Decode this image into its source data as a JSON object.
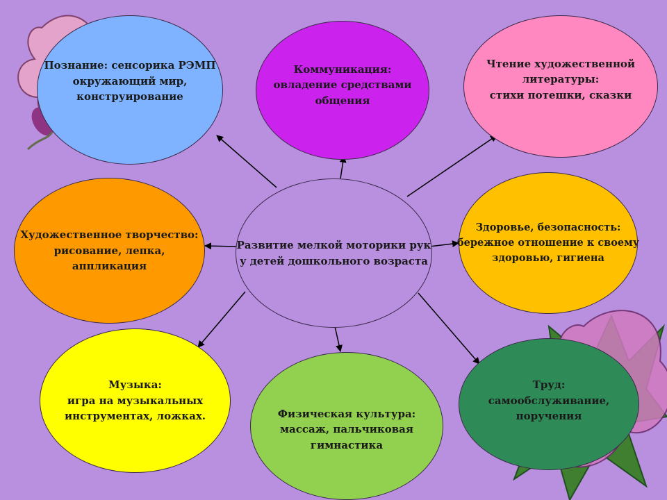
{
  "diagram": {
    "center": {
      "lines": [
        "Развитие мелкой моторики рук",
        "у детей дошкольного возраста"
      ],
      "color": "#b98fdf"
    },
    "nodes": [
      {
        "id": "poznanie",
        "lines": [
          "Познание: сенсорика РЭМП",
          "окружающий мир,",
          "конструирование"
        ],
        "color": "#7fb3ff"
      },
      {
        "id": "kommunikaciya",
        "lines": [
          "Коммуникация:",
          "овладение средствами",
          "общения"
        ],
        "color": "#cc22ee"
      },
      {
        "id": "chtenie",
        "lines": [
          "Чтение художественной",
          "литературы:",
          "стихи потешки, сказки"
        ],
        "color": "#ff88c0"
      },
      {
        "id": "hudozhestvennoe",
        "lines": [
          "Художественное творчество:",
          "рисование, лепка,",
          "аппликация"
        ],
        "color": "#ff9900"
      },
      {
        "id": "zdorovye",
        "lines": [
          "Здоровье, безопасность:",
          "бережное отношение к своему",
          "здоровью, гигиена"
        ],
        "color": "#ffc000"
      },
      {
        "id": "muzyka",
        "lines": [
          "Музыка:",
          "игра на музыкальных",
          "инструментах, ложках."
        ],
        "color": "#ffff00"
      },
      {
        "id": "fizkultura",
        "lines": [
          "Физическая культура:",
          "массаж, пальчиковая",
          "гимнастика"
        ],
        "color": "#92d050"
      },
      {
        "id": "trud",
        "lines": [
          "Труд:",
          "самообслуживание,",
          "поручения"
        ],
        "color": "#2e8b57"
      }
    ]
  },
  "background": {
    "color": "#b98fdf"
  }
}
